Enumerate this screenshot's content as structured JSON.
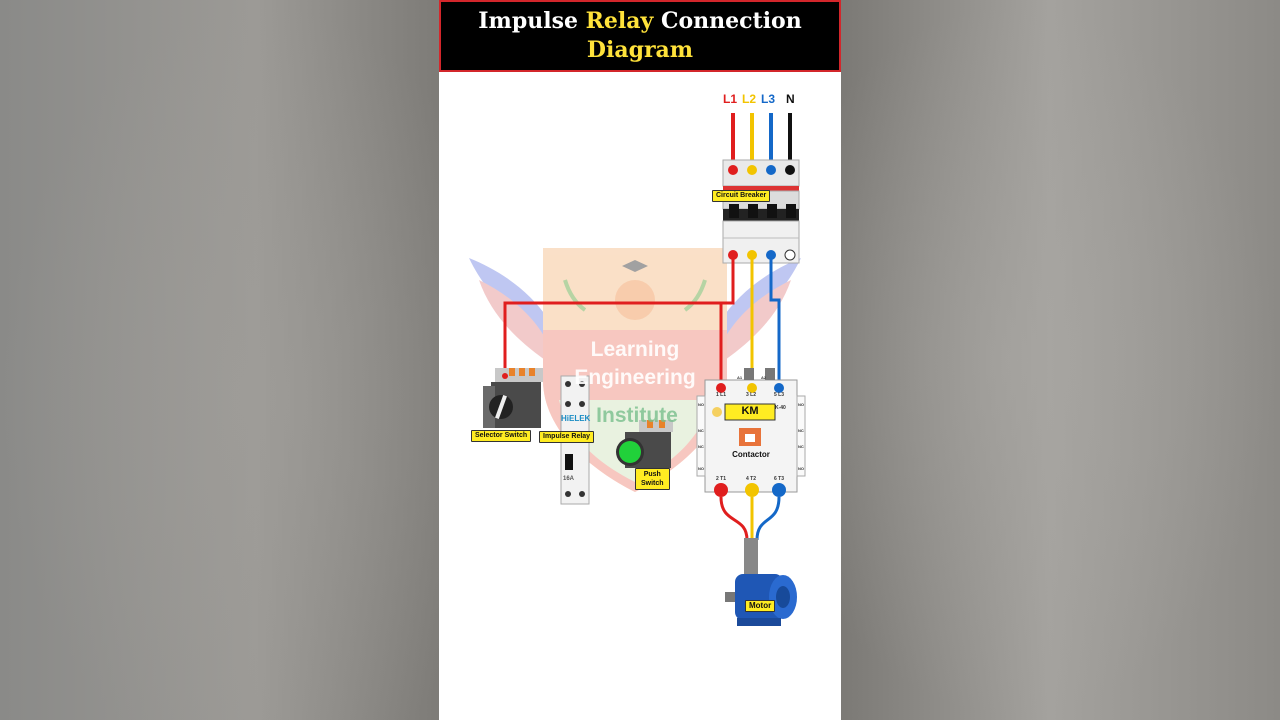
{
  "title": {
    "part1": "Impulse ",
    "part2": "Relay",
    "part3": " Connection",
    "part4": "Diagram"
  },
  "supply": {
    "l1": "L1",
    "l2": "L2",
    "l3": "L3",
    "n": "N"
  },
  "labels": {
    "circuit_breaker": "Circuit Breaker",
    "selector_switch": "Selector Switch",
    "impulse_relay": "Impulse Relay",
    "push_switch_1": "Push",
    "push_switch_2": "Switch",
    "motor": "Motor"
  },
  "contactor": {
    "name": "KM",
    "type": "Contactor",
    "model": "K-40",
    "t_top": [
      "1 L1",
      "3 L2",
      "5 L3"
    ],
    "t_bottom": [
      "2 T1",
      "4 T2",
      "6 T3"
    ],
    "aux": [
      "A1",
      "A2"
    ],
    "side": [
      "NO",
      "NC",
      "NC",
      "NO"
    ]
  },
  "relay": {
    "brand": "HiELEK",
    "rating": "16A"
  },
  "watermark": {
    "line1": "Learning",
    "line2": "Engineering",
    "line3": "Institute"
  },
  "colors": {
    "l1": "#e01e1e",
    "l2": "#f2c400",
    "l3": "#1468c8",
    "n": "#111111",
    "label_bg": "#ffec22",
    "title_accent": "#ffe23a"
  }
}
